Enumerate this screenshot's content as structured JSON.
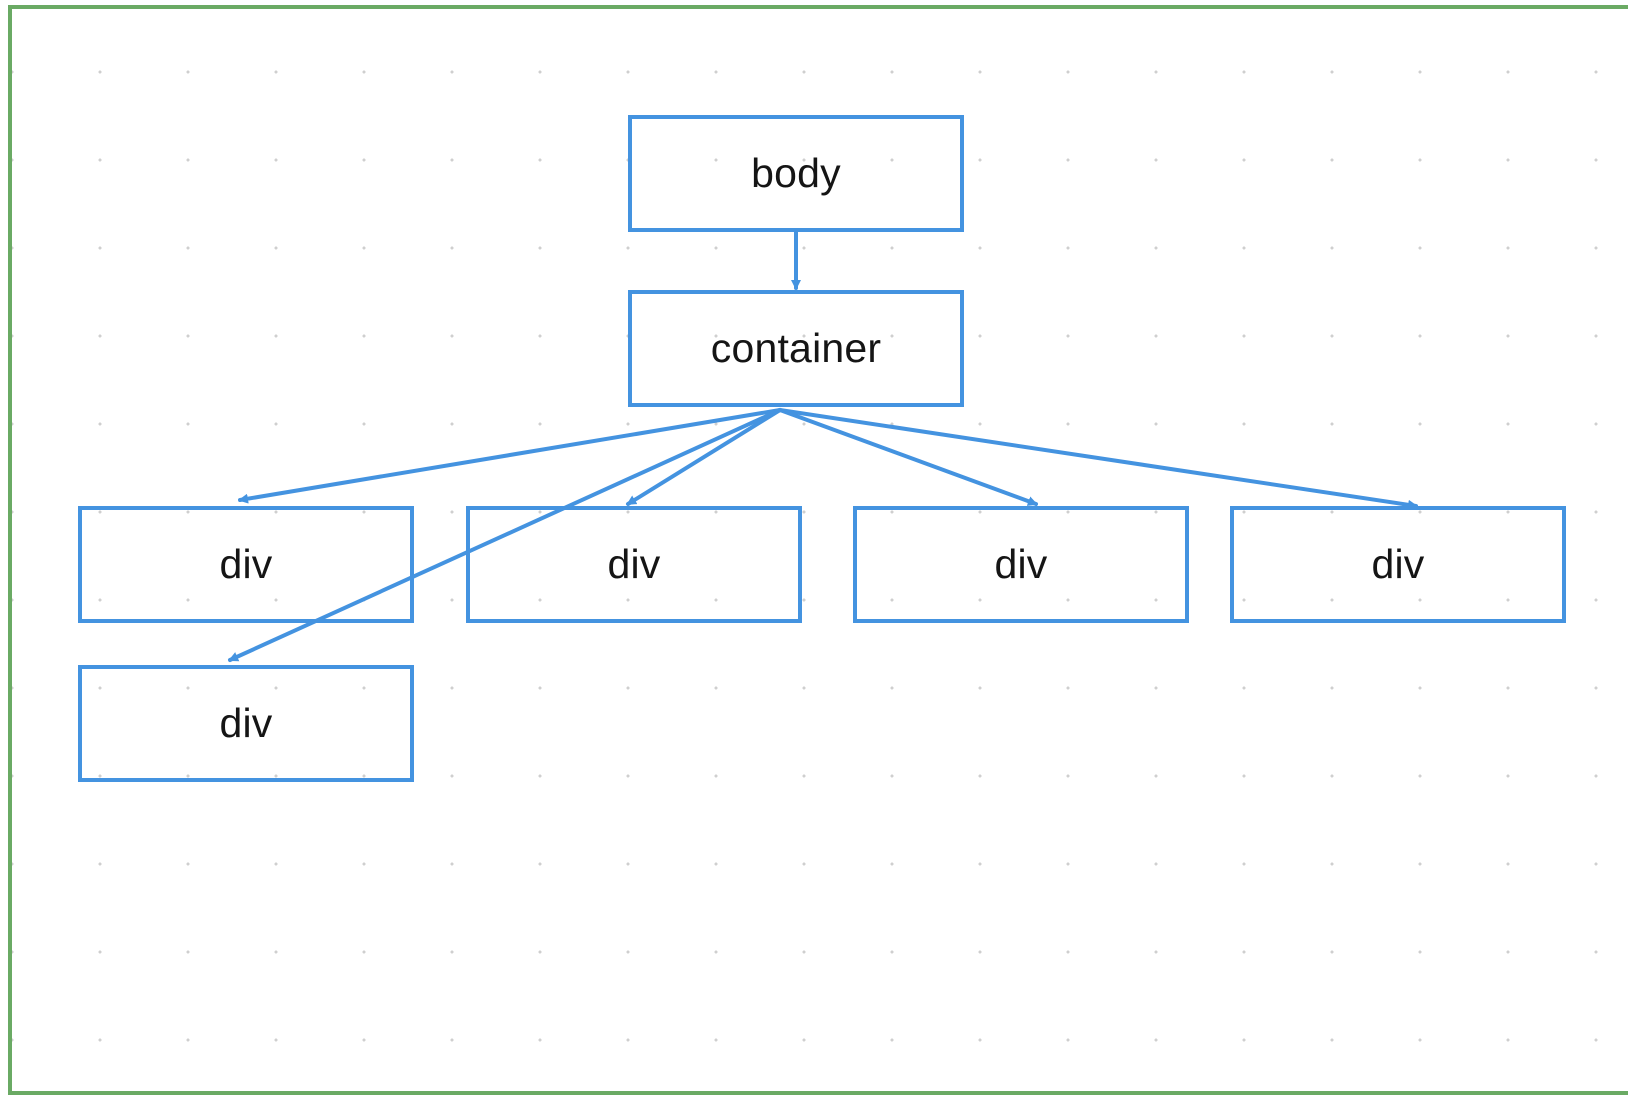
{
  "diagram": {
    "colors": {
      "frame": "#6aaa64",
      "node_border": "#4493e0",
      "edge": "#4493e0",
      "text": "#151515",
      "grid_dot": "#cfcfcf"
    },
    "nodes": [
      {
        "id": "body",
        "label": "body"
      },
      {
        "id": "container",
        "label": "container"
      },
      {
        "id": "div1",
        "label": "div"
      },
      {
        "id": "div2",
        "label": "div"
      },
      {
        "id": "div3",
        "label": "div"
      },
      {
        "id": "div4",
        "label": "div"
      },
      {
        "id": "div5",
        "label": "div"
      }
    ],
    "edges": [
      {
        "from": "body",
        "to": "container"
      },
      {
        "from": "container",
        "to": "div1"
      },
      {
        "from": "container",
        "to": "div2"
      },
      {
        "from": "container",
        "to": "div3"
      },
      {
        "from": "container",
        "to": "div4"
      },
      {
        "from": "container",
        "to": "div5"
      }
    ]
  }
}
